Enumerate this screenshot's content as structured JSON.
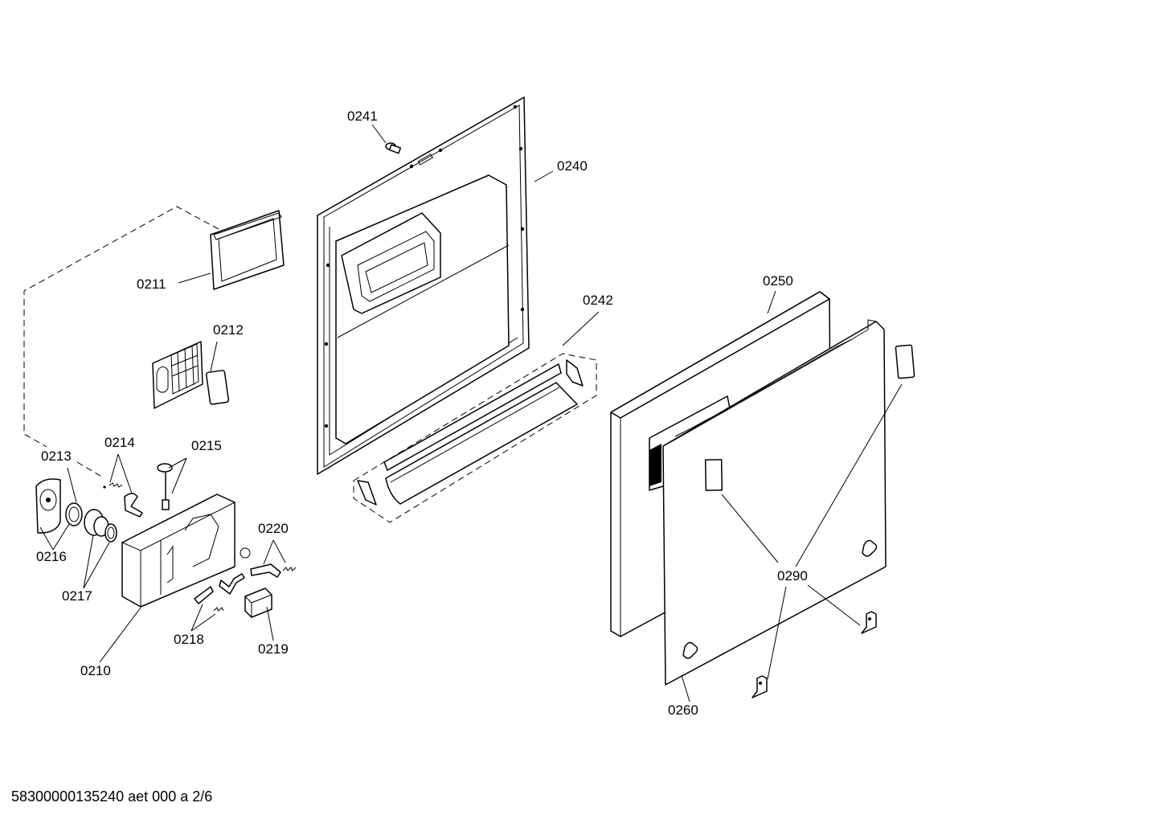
{
  "parts": [
    {
      "id": "p0241",
      "label": "0241"
    },
    {
      "id": "p0240",
      "label": "0240"
    },
    {
      "id": "p0211",
      "label": "0211"
    },
    {
      "id": "p0212",
      "label": "0212"
    },
    {
      "id": "p0242",
      "label": "0242"
    },
    {
      "id": "p0250",
      "label": "0250"
    },
    {
      "id": "p0214",
      "label": "0214"
    },
    {
      "id": "p0215",
      "label": "0215"
    },
    {
      "id": "p0213",
      "label": "0213"
    },
    {
      "id": "p0220",
      "label": "0220"
    },
    {
      "id": "p0216",
      "label": "0216"
    },
    {
      "id": "p0290",
      "label": "0290"
    },
    {
      "id": "p0217",
      "label": "0217"
    },
    {
      "id": "p0218",
      "label": "0218"
    },
    {
      "id": "p0219",
      "label": "0219"
    },
    {
      "id": "p0210",
      "label": "0210"
    },
    {
      "id": "p0260",
      "label": "0260"
    }
  ],
  "footer": "58300000135240 aet 000 a 2/6"
}
